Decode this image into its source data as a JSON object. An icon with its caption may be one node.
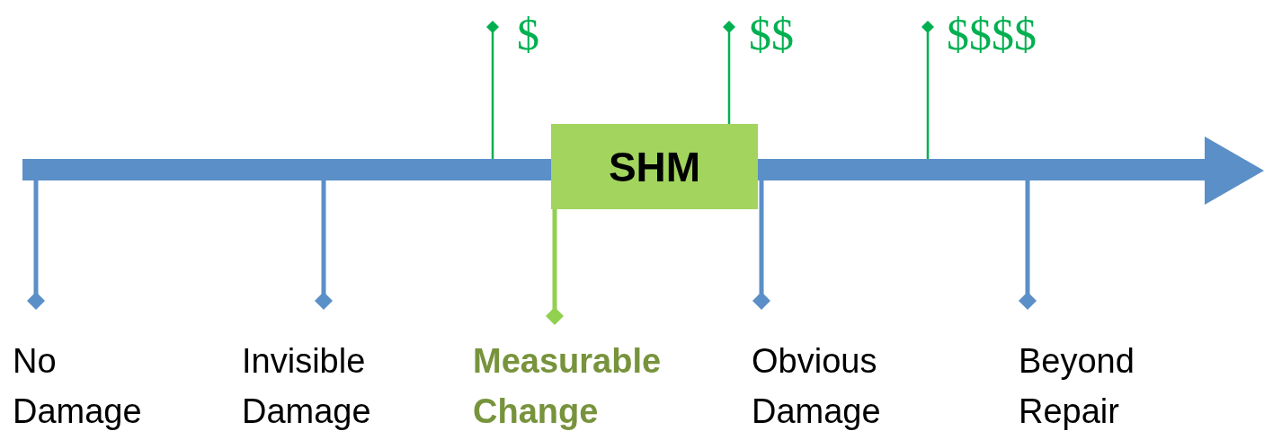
{
  "diagram": {
    "nodes": [
      {
        "text": [
          "SHM"
        ]
      }
    ],
    "edges": [],
    "labels": [
      "$",
      "$$",
      "$$$$",
      "No Damage",
      "Invisible Damage",
      "Measurable Change",
      "Obvious Damage",
      "Beyond Repair"
    ]
  }
}
